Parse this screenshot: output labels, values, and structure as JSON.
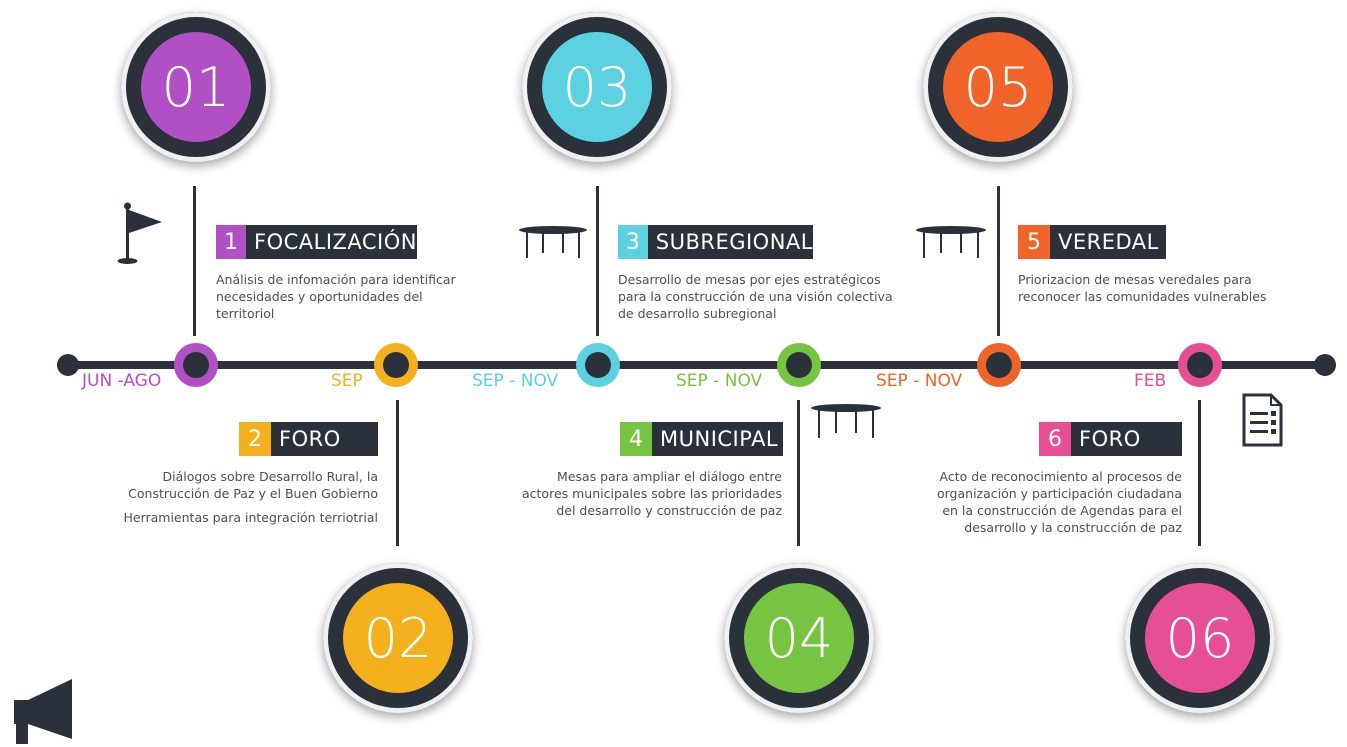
{
  "colors": {
    "dark": "#2b313a",
    "step1": "#b14fc5",
    "step2": "#f4b01d",
    "step3": "#5cd1e2",
    "step4": "#76c442",
    "step5": "#f0642a",
    "step6": "#e64f93"
  },
  "steps": [
    {
      "circle": "01",
      "num": "1",
      "title": "FOCALIZACIÓN",
      "date": "JUN -AGO",
      "desc": [
        "Análisis de infomación para identificar",
        "necesidades y oportunidades del",
        "territoriol"
      ],
      "icon": "flag-icon"
    },
    {
      "circle": "02",
      "num": "2",
      "title": "FORO",
      "date": "SEP",
      "desc": [
        "Diálogos sobre Desarrollo Rural, la",
        "Construcción de Paz y el Buen Gobierno"
      ],
      "desc2": "Herramientas para integración terriotrial",
      "icon": "megaphone-icon"
    },
    {
      "circle": "03",
      "num": "3",
      "title": "SUBREGIONAL",
      "date": "SEP - NOV",
      "desc": [
        "Desarrollo de mesas por ejes estratégicos",
        "para la construcción de una visión colectiva",
        "de desarrollo subregional"
      ],
      "icon": "table-icon"
    },
    {
      "circle": "04",
      "num": "4",
      "title": "MUNICIPAL",
      "date": "SEP - NOV",
      "desc": [
        "Mesas para ampliar el diálogo entre",
        "actores municipales sobre las prioridades",
        "del desarrollo y construcción de paz"
      ],
      "icon": "table-icon"
    },
    {
      "circle": "05",
      "num": "5",
      "title": "VEREDAL",
      "date": "SEP - NOV",
      "desc": [
        "Priorizacion de mesas veredales para",
        "reconocer las comunidades vulnerables"
      ],
      "icon": "table-icon"
    },
    {
      "circle": "06",
      "num": "6",
      "title": "FORO",
      "date": "FEB",
      "desc": [
        "Acto de reconocimiento al procesos de",
        "organización y participación ciudadana",
        "en la construcción de Agendas para  el",
        "desarrollo y la construcción de paz"
      ],
      "icon": "document-list-icon"
    }
  ]
}
